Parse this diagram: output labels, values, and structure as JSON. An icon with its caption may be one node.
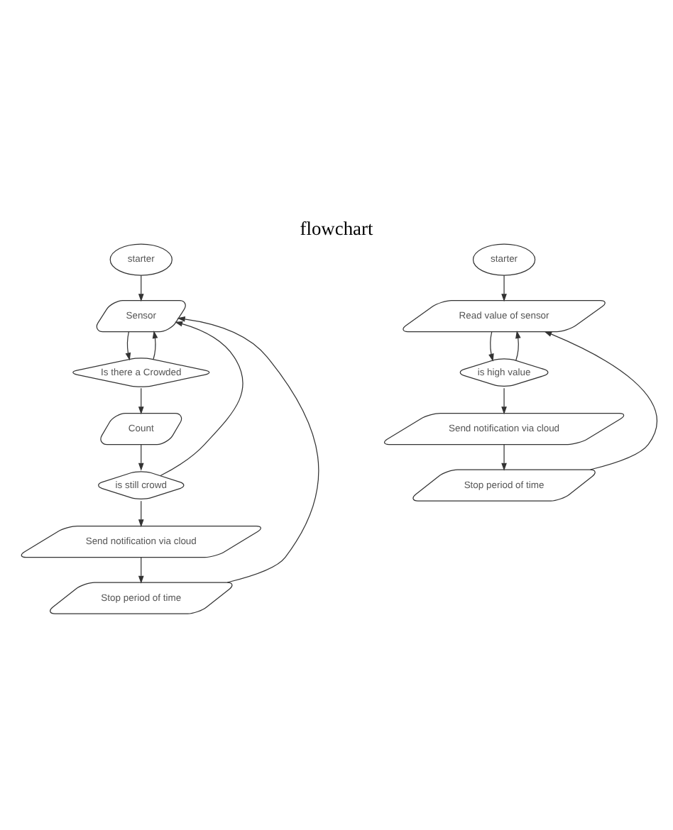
{
  "diagram": {
    "title": "flowchart",
    "nodes": [
      {
        "text": [
          "starter"
        ]
      },
      {
        "text": [
          "Sensor"
        ]
      },
      {
        "text": [
          "Is there a Crowded"
        ]
      },
      {
        "text": [
          "Count"
        ]
      },
      {
        "text": [
          "is still crowd"
        ]
      },
      {
        "text": [
          "Send notification via cloud"
        ]
      },
      {
        "text": [
          "Stop period of time"
        ]
      },
      {
        "text": [
          "starter"
        ]
      },
      {
        "text": [
          "Read value of sensor"
        ]
      },
      {
        "text": [
          "is high value"
        ]
      },
      {
        "text": [
          "Send notification via cloud"
        ]
      },
      {
        "text": [
          "Stop period of time"
        ]
      }
    ],
    "edges": [
      {
        "from": 0,
        "to": 1,
        "arrow": "to"
      },
      {
        "from": 1,
        "to": 2,
        "arrow": "to"
      },
      {
        "from": 2,
        "to": 1,
        "arrow": "to"
      },
      {
        "from": 2,
        "to": 3,
        "arrow": "to"
      },
      {
        "from": 3,
        "to": 4,
        "arrow": "to"
      },
      {
        "from": 4,
        "to": 1,
        "arrow": "to"
      },
      {
        "from": 4,
        "to": 5,
        "arrow": "to"
      },
      {
        "from": 5,
        "to": 6,
        "arrow": "to"
      },
      {
        "from": 6,
        "to": 1,
        "arrow": "to"
      },
      {
        "from": 7,
        "to": 8,
        "arrow": "to"
      },
      {
        "from": 8,
        "to": 9,
        "arrow": "to"
      },
      {
        "from": 9,
        "to": 8,
        "arrow": "to"
      },
      {
        "from": 9,
        "to": 10,
        "arrow": "to"
      },
      {
        "from": 10,
        "to": 11,
        "arrow": "to"
      },
      {
        "from": 11,
        "to": 8,
        "arrow": "to"
      }
    ]
  }
}
